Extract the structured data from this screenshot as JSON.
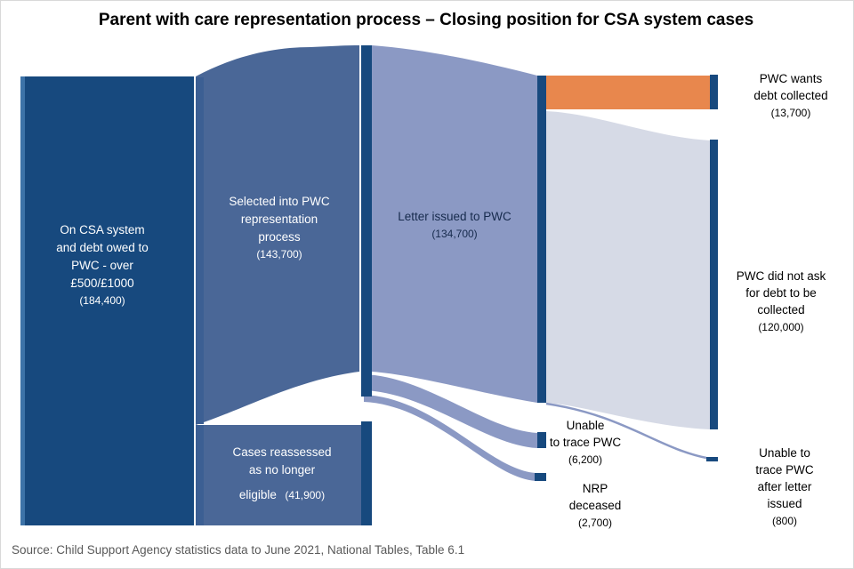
{
  "title": "Parent with care representation process – Closing position for CSA system cases",
  "source_note": "Source: Child Support Agency statistics data to June 2021, National Tables, Table 6.1",
  "colors": {
    "navy": "#17497E",
    "navy_highlight": "#3D73A8",
    "medium_blue": "#4A6797",
    "medium_blue_edge": "#3C5F93",
    "periwinkle": "#8B99C4",
    "lavender": "#D6DAE6",
    "orange": "#E8874D",
    "white": "#FFFFFF"
  },
  "chart_data": {
    "type": "sankey",
    "title": "Parent with care representation process – Closing position for CSA system cases",
    "source": "Source: Child Support Agency statistics data to June 2021, National Tables, Table 6.1",
    "nodes": [
      {
        "id": "csa",
        "label": "On CSA system and debt owed to PWC - over £500/£1000",
        "value": 184400
      },
      {
        "id": "selected",
        "label": "Selected into PWC representation process",
        "value": 143700
      },
      {
        "id": "reassessed",
        "label": "Cases reassessed as no longer eligible",
        "value": 41900
      },
      {
        "id": "letter",
        "label": "Letter issued to PWC",
        "value": 134700
      },
      {
        "id": "wants",
        "label": "PWC wants debt collected",
        "value": 13700
      },
      {
        "id": "did_not_ask",
        "label": "PWC did not ask for debt to be collected",
        "value": 120000
      },
      {
        "id": "unable",
        "label": "Unable to trace PWC",
        "value": 6200
      },
      {
        "id": "nrp",
        "label": "NRP deceased",
        "value": 2700
      },
      {
        "id": "unable_after",
        "label": "Unable to trace PWC after letter issued",
        "value": 800
      }
    ],
    "links": [
      {
        "source": "csa",
        "target": "selected",
        "value": 143700
      },
      {
        "source": "csa",
        "target": "reassessed",
        "value": 41900
      },
      {
        "source": "selected",
        "target": "letter",
        "value": 134700
      },
      {
        "source": "selected",
        "target": "unable",
        "value": 6200
      },
      {
        "source": "selected",
        "target": "nrp",
        "value": 2700
      },
      {
        "source": "letter",
        "target": "wants",
        "value": 13700
      },
      {
        "source": "letter",
        "target": "did_not_ask",
        "value": 120000
      },
      {
        "source": "letter",
        "target": "unable_after",
        "value": 800
      }
    ]
  },
  "labels": {
    "csa": {
      "l1": "On CSA system",
      "l2": "and debt owed to",
      "l3": "PWC - over",
      "l4": "£500/£1000",
      "value": "(184,400)"
    },
    "selected": {
      "l1": "Selected into PWC",
      "l2": "representation",
      "l3": "process",
      "value": "(143,700)"
    },
    "reassessed": {
      "l1": "Cases reassessed",
      "l2": "as no longer",
      "l3": "eligible",
      "value": "(41,900)"
    },
    "letter": {
      "l1": "Letter issued to PWC",
      "value": "(134,700)"
    },
    "wants": {
      "l1": "PWC wants",
      "l2": "debt collected",
      "value": "(13,700)"
    },
    "did_not_ask": {
      "l1": "PWC did not ask",
      "l2": "for debt to be",
      "l3": "collected",
      "value": "(120,000)"
    },
    "unable": {
      "l1": "Unable",
      "l2": "to trace PWC",
      "value": "(6,200)"
    },
    "nrp": {
      "l1": "NRP",
      "l2": "deceased",
      "value": "(2,700)"
    },
    "unable_after": {
      "l1": "Unable to",
      "l2": "trace PWC",
      "l3": "after letter",
      "l4": "issued",
      "value": "(800)"
    }
  }
}
